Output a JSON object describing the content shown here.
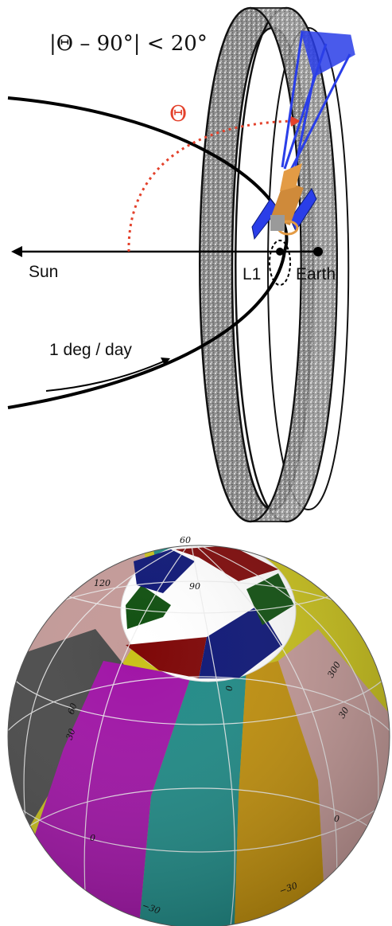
{
  "top_panel": {
    "constraint": "|Θ – 90°| < 20°",
    "theta_symbol": "Θ",
    "sun_label": "Sun",
    "l1_label": "L1",
    "earth_label": "Earth",
    "rate_label": "1 deg / day"
  },
  "sky_map": {
    "latitude_labels": [
      "90",
      "60",
      "30",
      "0",
      "−30"
    ],
    "longitude_labels": [
      "120",
      "300",
      "0"
    ],
    "label_texts": {
      "lat90": "90",
      "lat60_left": "60",
      "lat30_left": "30",
      "lat0_left": "0",
      "lat_m30_left": "−30",
      "lat30_right": "30",
      "lat0_right": "0",
      "lat_m30_right": "−30",
      "lon120": "120",
      "lon300": "300",
      "lon0": "0",
      "top60": "60"
    }
  },
  "colors": {
    "ring": "#8e8e8e",
    "beam": "#2a3ee8",
    "dotted_arc": "#e3412b",
    "olive": "#c9c11a",
    "pink": "#c49a98",
    "gray": "#4a4a4a",
    "purple": "#a013a6",
    "teal": "#1f8a86",
    "orange": "#c1900c",
    "navy": "#0c1576",
    "red": "#7e0707",
    "green": "#0f4f0f",
    "white": "#ffffff"
  }
}
